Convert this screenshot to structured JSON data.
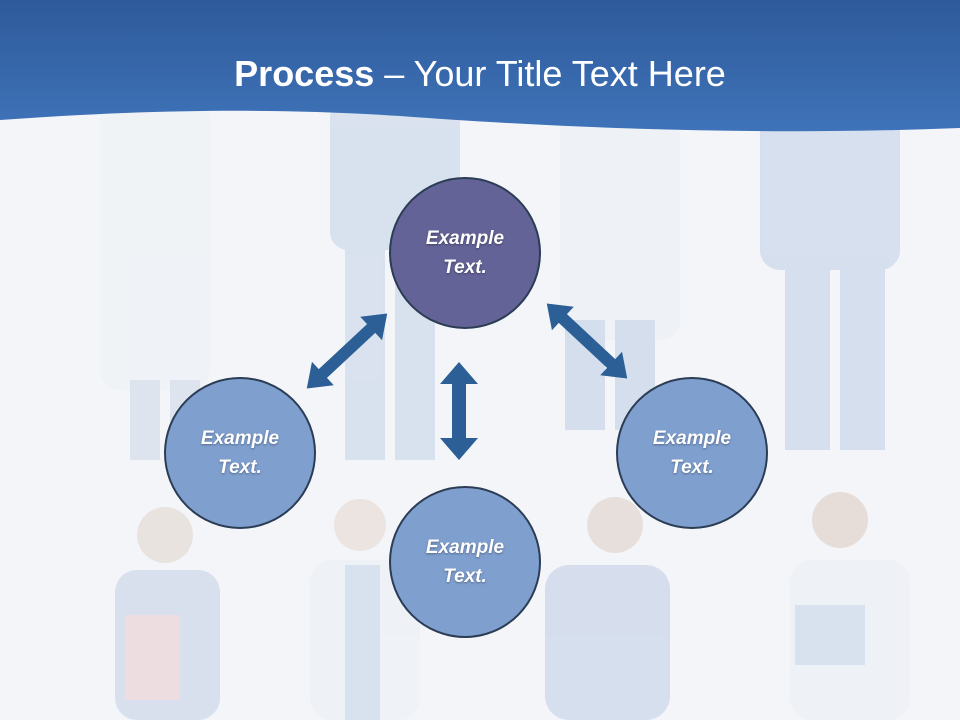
{
  "title": {
    "bold": "Process",
    "rest": " – Your Title Text Here"
  },
  "nodes": {
    "top": "Example Text.",
    "left": "Example Text.",
    "right": "Example Text.",
    "bottom": "Example Text."
  },
  "colors": {
    "banner": "#3465a8",
    "center_node": "#646397",
    "outer_node": "#7f9fcf",
    "arrow": "#2c5f95"
  }
}
